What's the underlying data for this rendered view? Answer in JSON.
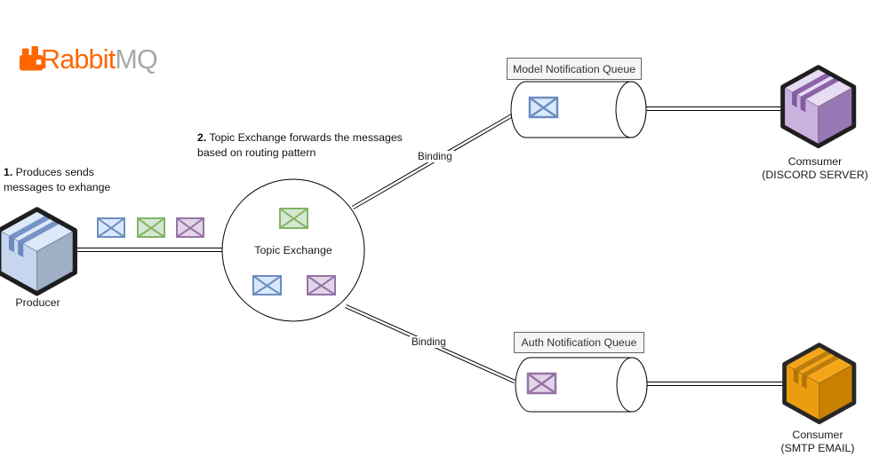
{
  "logo": {
    "brand_primary": "Rabbit",
    "brand_secondary": "MQ",
    "icon": "rabbitmq-icon",
    "primary_color": "#ff6600",
    "secondary_color": "#a8a8a8"
  },
  "annotations": {
    "step1": {
      "prefix": "1.",
      "text": " Produces sends messages to exhange"
    },
    "step2": {
      "prefix": "2.",
      "text": " Topic Exchange forwards the messages based on routing pattern"
    }
  },
  "producer": {
    "label": "Producer"
  },
  "exchange": {
    "label": "Topic Exchange"
  },
  "bindings": {
    "top_label": "Binding",
    "bottom_label": "Binding"
  },
  "queues": {
    "top": {
      "label": "Model Notification Queue",
      "message_icon": "envelope-blue-icon"
    },
    "bottom": {
      "label": "Auth Notification Queue",
      "message_icon": "envelope-purple-icon"
    }
  },
  "consumers": {
    "top": {
      "label": "Comsumer",
      "sublabel": "(DISCORD SERVER)"
    },
    "bottom": {
      "label": "Consumer",
      "sublabel": "(SMTP EMAIL)"
    }
  },
  "icons": [
    "rabbitmq-logo-icon",
    "producer-cube-icon",
    "envelope-blue-icon",
    "envelope-green-icon",
    "envelope-purple-icon",
    "queue-cylinder-icon",
    "consumer-cube-purple-icon",
    "consumer-cube-orange-icon"
  ],
  "colors": {
    "envelope_blue_fill": "#dae8fc",
    "envelope_blue_stroke": "#6c8ebf",
    "envelope_green_fill": "#d5e8d4",
    "envelope_green_stroke": "#82b366",
    "envelope_purple_fill": "#e1d5e7",
    "envelope_purple_stroke": "#9673a6",
    "producer_cube": "#c5d6ee",
    "consumer_discord_cube": "#c9b3de",
    "consumer_smtp_cube": "#ec9d0e",
    "line": "#000000",
    "queue_label_bg": "#f5f5f5"
  }
}
